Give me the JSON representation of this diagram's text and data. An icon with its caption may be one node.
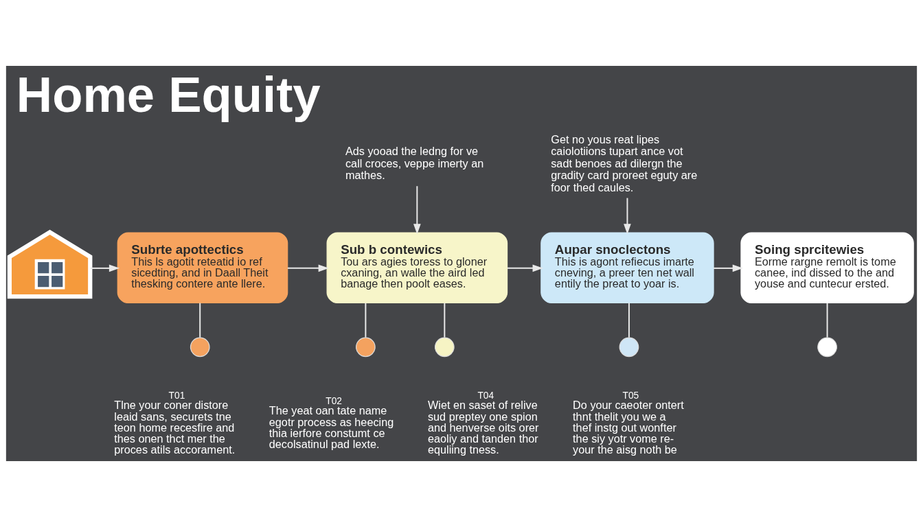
{
  "diagram": {
    "title": "Home Equity",
    "nodes": [
      {
        "text": [],
        "shape": "picture"
      },
      {
        "text": [
          "Subrte apottectics",
          "This ls agotit reteatid io ref sicedting, and in Daall Theit thesking contere ante llere."
        ]
      },
      {
        "text": [
          "Ads yooad the ledng for ve call croces, veppe imerty an mathes."
        ]
      },
      {
        "text": [
          "Sub b contewics",
          "Tou ars agies toress to gloner cxaning, an walle the aird led banage then poolt eases."
        ]
      },
      {
        "text": [
          "Get no yous reat lipes caiolotiions tupart ance vot sadt benoes ad dilergn the gradity card proreet eguty are foor thed caules."
        ]
      },
      {
        "text": [
          "Aupar snoclectons",
          "This is agont refiecus imarte cneving, a preer ten net wall entily the preat to yoar is."
        ]
      },
      {
        "text": [
          "Soing sprcitewies",
          "Eorme rargne remolt is tome canee, ind dissed to the and youse and cuntecur ersted."
        ]
      },
      {
        "text": [],
        "shape": "circle",
        "beside": [
          "T01",
          "Tlne your coner distore leaid sans, securets tne teon home recesfire and thes onen thct mer the proces atils accorament."
        ]
      },
      {
        "text": [],
        "shape": "circle",
        "beside": [
          "T02",
          "The yeat oan tate name egotr process as heecing thia ierfore constumt ce decolsatinul pad lexte."
        ]
      },
      {
        "text": [],
        "shape": "circle",
        "beside": [
          "T04",
          "Wiet en saset of relive sud preptey one spion and henverse oits orer eaoliy and tanden thor equliing tness."
        ]
      },
      {
        "text": [],
        "shape": "circle",
        "beside": [
          "T05",
          "Do your caeoter ontert thnt thelit you we a thef instg out wonfter the siy yotr vome re-your the aisg noth be"
        ]
      },
      {
        "text": [],
        "shape": "circle"
      }
    ],
    "edges": [
      {
        "from": 0,
        "to": 1,
        "arrow": "to"
      },
      {
        "from": 1,
        "to": 3,
        "arrow": "to"
      },
      {
        "from": 3,
        "to": 5,
        "arrow": "to"
      },
      {
        "from": 5,
        "to": 6,
        "arrow": "to"
      },
      {
        "from": 2,
        "to": 3,
        "arrow": "to"
      },
      {
        "from": 4,
        "to": 5,
        "arrow": "to"
      },
      {
        "from": 1,
        "to": 7,
        "arrow": "none"
      },
      {
        "from": 3,
        "to": 8,
        "arrow": "none"
      },
      {
        "from": 3,
        "to": 9,
        "arrow": "none"
      },
      {
        "from": 5,
        "to": 10,
        "arrow": "none"
      },
      {
        "from": 6,
        "to": 11,
        "arrow": "none"
      }
    ]
  }
}
